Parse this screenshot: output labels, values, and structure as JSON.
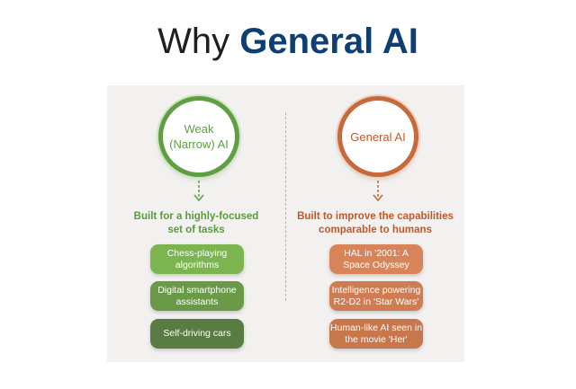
{
  "title": {
    "part1": "Why ",
    "part2": "General AI"
  },
  "left": {
    "circle_label": "Weak\n(Narrow) AI",
    "description": "Built for a highly-focused\nset of tasks",
    "items": [
      "Chess-playing\nalgorithms",
      "Digital smartphone\nassistants",
      "Self-driving cars"
    ]
  },
  "right": {
    "circle_label": "General AI",
    "description": "Built to improve the capabilities\ncomparable to humans",
    "items": [
      "HAL in '2001: A\nSpace Odyssey",
      "Intelligence powering\nR2-D2 in 'Star Wars'",
      "Human-like AI seen in\nthe movie 'Her'"
    ]
  },
  "colors": {
    "title_accent": "#0d3f73",
    "weak_green": "#5f9e43",
    "general_orange": "#c46a3c",
    "panel_background": "#f2f1ef"
  },
  "icons": {
    "connector": "dashed-down-arrow-icon"
  }
}
